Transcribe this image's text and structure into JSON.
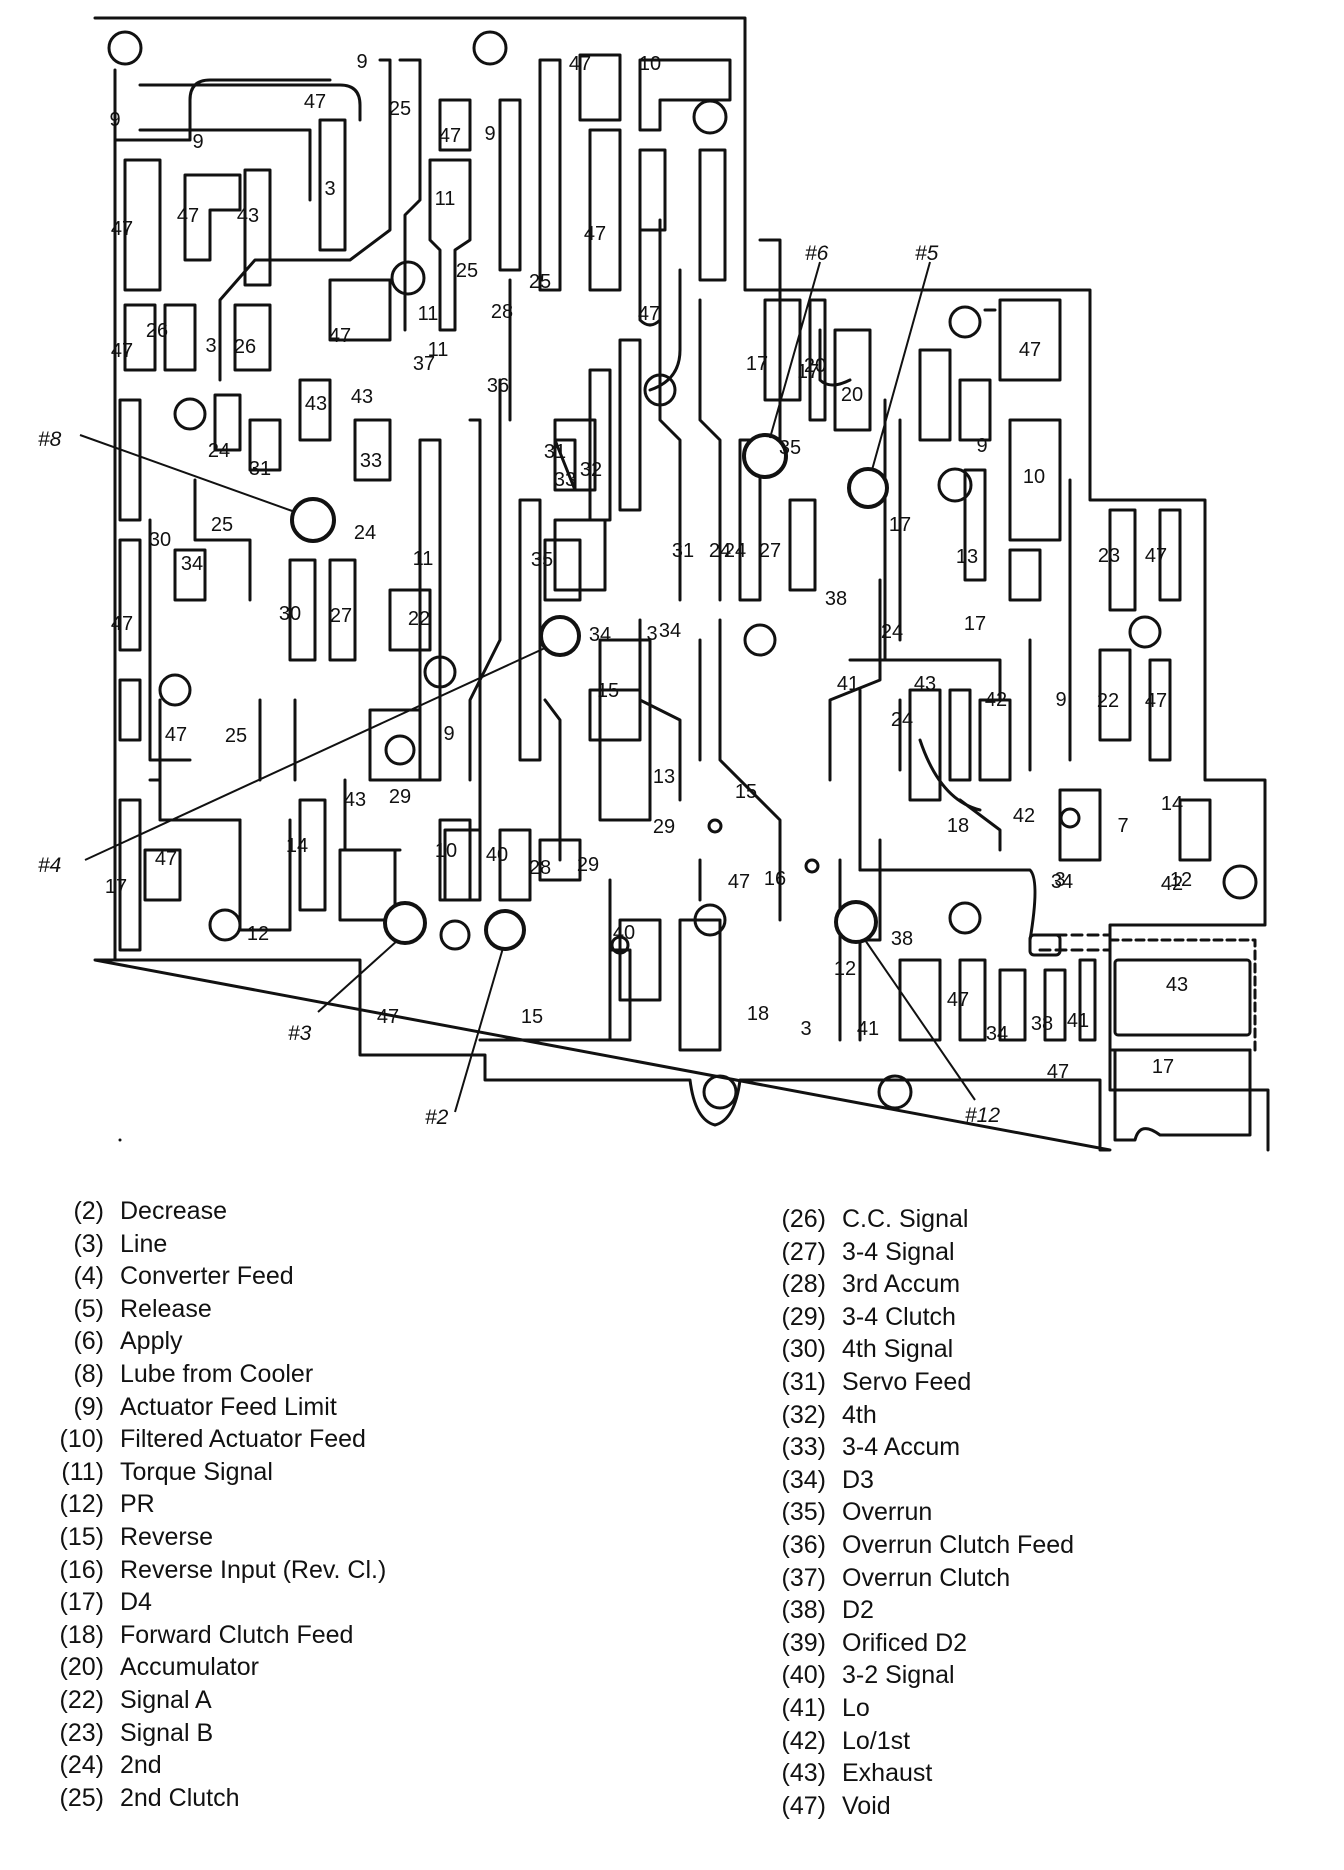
{
  "diagram": {
    "ball_labels": [
      "#8",
      "#6",
      "#5",
      "#4",
      "#3",
      "#2",
      "#12"
    ],
    "passage_labels": [
      "9",
      "9",
      "47",
      "25",
      "47",
      "9",
      "47",
      "10",
      "9",
      "47",
      "47",
      "43",
      "3",
      "11",
      "47",
      "25",
      "25",
      "11",
      "11",
      "47",
      "26",
      "3",
      "26",
      "47",
      "28",
      "37",
      "36",
      "43",
      "43",
      "47",
      "20",
      "17",
      "17",
      "20",
      "33",
      "9",
      "24",
      "31",
      "33",
      "31",
      "32",
      "35",
      "10",
      "47",
      "30",
      "34",
      "25",
      "24",
      "11",
      "27",
      "24",
      "17",
      "13",
      "23",
      "47",
      "30",
      "27",
      "22",
      "35",
      "31",
      "24",
      "38",
      "34",
      "3",
      "17",
      "47",
      "34",
      "15",
      "24",
      "41",
      "43",
      "24",
      "42",
      "9",
      "22",
      "47",
      "47",
      "25",
      "9",
      "13",
      "43",
      "29",
      "15",
      "18",
      "42",
      "7",
      "14",
      "42",
      "47",
      "10",
      "40",
      "28",
      "29",
      "29",
      "16",
      "3",
      "12",
      "17",
      "14",
      "47",
      "34",
      "12",
      "40",
      "38",
      "18",
      "3",
      "41",
      "47",
      "34",
      "38",
      "41",
      "43",
      "47",
      "15",
      "12",
      "17",
      "47",
      "47"
    ]
  },
  "legend": {
    "left": [
      {
        "num": "(2)",
        "text": "Decrease"
      },
      {
        "num": "(3)",
        "text": "Line"
      },
      {
        "num": "(4)",
        "text": "Converter Feed"
      },
      {
        "num": "(5)",
        "text": "Release"
      },
      {
        "num": "(6)",
        "text": "Apply"
      },
      {
        "num": "(8)",
        "text": "Lube from Cooler"
      },
      {
        "num": "(9)",
        "text": "Actuator Feed Limit"
      },
      {
        "num": "(10)",
        "text": "Filtered Actuator Feed"
      },
      {
        "num": "(11)",
        "text": "Torque Signal"
      },
      {
        "num": "(12)",
        "text": "PR"
      },
      {
        "num": "(15)",
        "text": "Reverse"
      },
      {
        "num": "(16)",
        "text": "Reverse Input (Rev. Cl.)"
      },
      {
        "num": "(17)",
        "text": "D4"
      },
      {
        "num": "(18)",
        "text": "Forward Clutch Feed"
      },
      {
        "num": "(20)",
        "text": "Accumulator"
      },
      {
        "num": "(22)",
        "text": "Signal A"
      },
      {
        "num": "(23)",
        "text": "Signal B"
      },
      {
        "num": "(24)",
        "text": "2nd"
      },
      {
        "num": "(25)",
        "text": "2nd Clutch"
      }
    ],
    "right": [
      {
        "num": "(26)",
        "text": "C.C. Signal"
      },
      {
        "num": "(27)",
        "text": "3-4 Signal"
      },
      {
        "num": "(28)",
        "text": "3rd Accum"
      },
      {
        "num": "(29)",
        "text": "3-4 Clutch"
      },
      {
        "num": "(30)",
        "text": "4th Signal"
      },
      {
        "num": "(31)",
        "text": "Servo Feed"
      },
      {
        "num": "(32)",
        "text": "4th"
      },
      {
        "num": "(33)",
        "text": "3-4 Accum"
      },
      {
        "num": "(34)",
        "text": "D3"
      },
      {
        "num": "(35)",
        "text": "Overrun"
      },
      {
        "num": "(36)",
        "text": "Overrun Clutch Feed"
      },
      {
        "num": "(37)",
        "text": "Overrun Clutch"
      },
      {
        "num": "(38)",
        "text": "D2"
      },
      {
        "num": "(39)",
        "text": "Orificed D2"
      },
      {
        "num": "(40)",
        "text": "3-2 Signal"
      },
      {
        "num": "(41)",
        "text": "Lo"
      },
      {
        "num": "(42)",
        "text": "Lo/1st"
      },
      {
        "num": "(43)",
        "text": "Exhaust"
      },
      {
        "num": "(47)",
        "text": "Void"
      }
    ]
  }
}
